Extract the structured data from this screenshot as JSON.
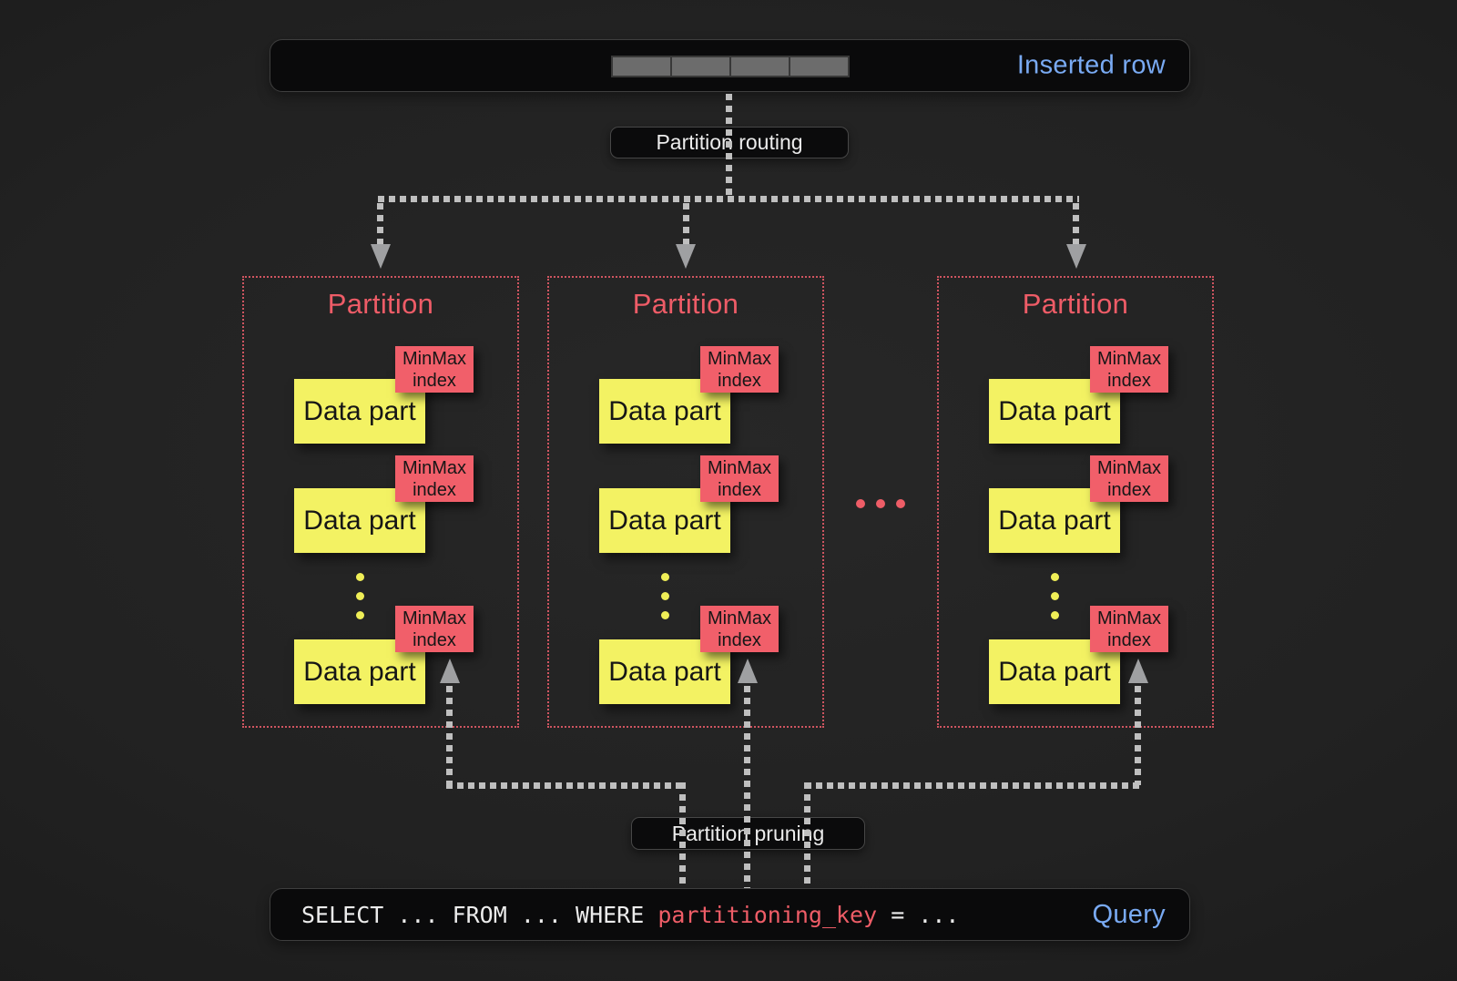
{
  "inserted_row": {
    "label": "Inserted row",
    "cell_count": 4
  },
  "labels": {
    "routing": "Partition routing",
    "pruning": "Partition pruning"
  },
  "partitions": [
    {
      "title": "Partition",
      "data_parts": [
        {
          "label": "Data part",
          "tag": "MinMax index"
        },
        {
          "label": "Data part",
          "tag": "MinMax index"
        },
        {
          "label": "Data part",
          "tag": "MinMax index"
        }
      ]
    },
    {
      "title": "Partition",
      "data_parts": [
        {
          "label": "Data part",
          "tag": "MinMax index"
        },
        {
          "label": "Data part",
          "tag": "MinMax index"
        },
        {
          "label": "Data part",
          "tag": "MinMax index"
        }
      ]
    },
    {
      "title": "Partition",
      "data_parts": [
        {
          "label": "Data part",
          "tag": "MinMax index"
        },
        {
          "label": "Data part",
          "tag": "MinMax index"
        },
        {
          "label": "Data part",
          "tag": "MinMax index"
        }
      ]
    }
  ],
  "partition_ellipsis": "...",
  "query": {
    "prefix": "SELECT ... FROM ... WHERE ",
    "highlight": "partitioning_key",
    "suffix": " = ...",
    "label": "Query"
  },
  "colors": {
    "accent_blue": "#79aaf3",
    "accent_red": "#ee5d67",
    "data_part_yellow": "#f3f263",
    "minmax_tag_red": "#f15f6a",
    "arrow_gray": "#bfbfbf"
  }
}
